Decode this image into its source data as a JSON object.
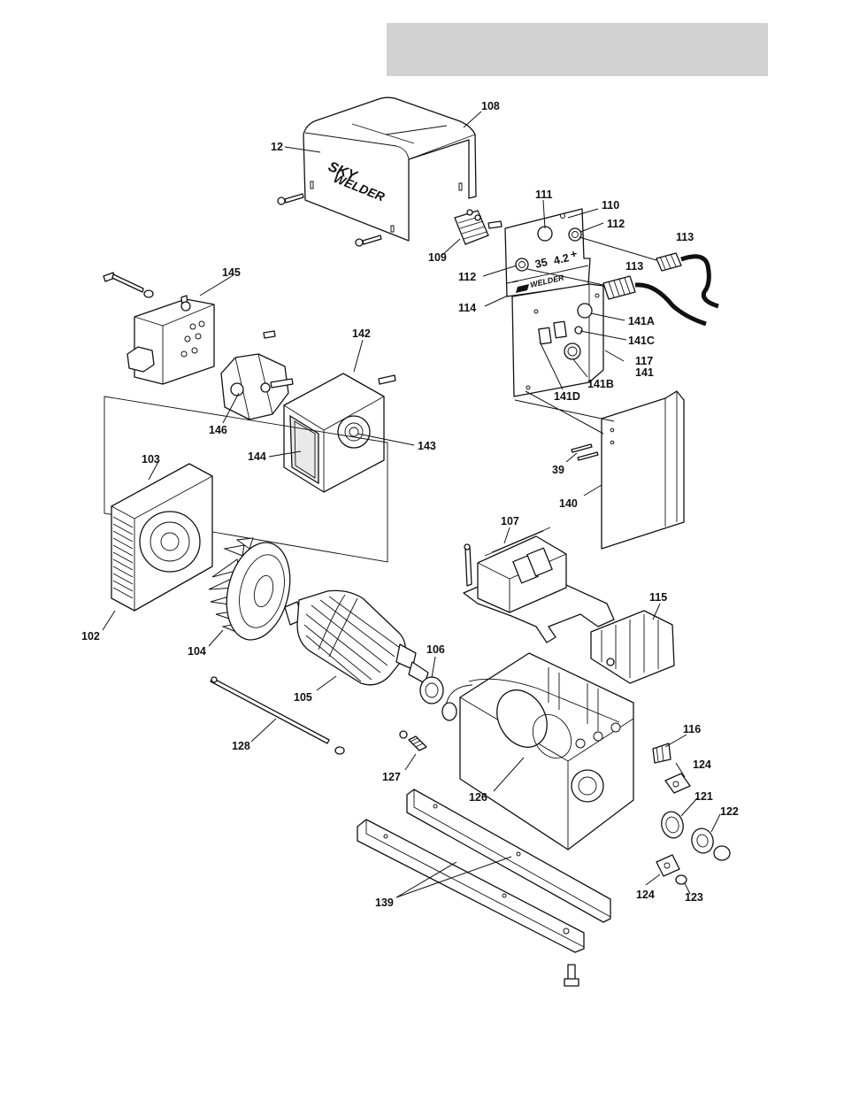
{
  "header": {
    "bar_color": "#d2d2d2"
  },
  "cover": {
    "brand_line1": "SKY",
    "brand_line2": "WELDER"
  },
  "panel": {
    "brand_label": "WELDER",
    "scale_left": "35",
    "scale_right": "4.2",
    "minus_sign": "−",
    "plus_sign": "+"
  },
  "callouts": {
    "c108": "108",
    "c12": "12",
    "c111": "111",
    "c110": "110",
    "c112a": "112",
    "c109": "109",
    "c113a": "113",
    "c112b": "112",
    "c113b": "113",
    "c114": "114",
    "c141a": "141A",
    "c141c": "141C",
    "c117": "117",
    "c141": "141",
    "c141b": "141B",
    "c141d": "141D",
    "c145": "145",
    "c142": "142",
    "c146": "146",
    "c143": "143",
    "c144": "144",
    "c39": "39",
    "c140": "140",
    "c103": "103",
    "c107": "107",
    "c115": "115",
    "c102": "102",
    "c104": "104",
    "c106": "106",
    "c105": "105",
    "c116": "116",
    "c128": "128",
    "c124a": "124",
    "c127": "127",
    "c126": "126",
    "c121": "121",
    "c122": "122",
    "c139": "139",
    "c124b": "124",
    "c123": "123"
  }
}
